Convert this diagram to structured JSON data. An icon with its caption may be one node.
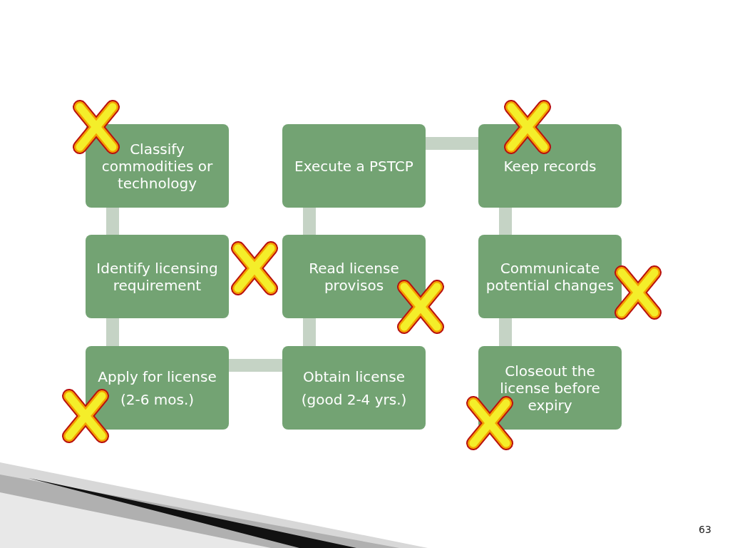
{
  "diagram": {
    "nodes": [
      {
        "text": [
          "Classify commodities or technology"
        ]
      },
      {
        "text": [
          "Identify licensing requirement"
        ]
      },
      {
        "text": [
          "Apply for license",
          "(2-6 mos.)"
        ]
      },
      {
        "text": [
          "Obtain license",
          "(good 2-4 yrs.)"
        ]
      },
      {
        "text": [
          "Read license provisos"
        ]
      },
      {
        "text": [
          "Execute a PSTCP"
        ]
      },
      {
        "text": [
          "Keep records"
        ]
      },
      {
        "text": [
          "Communicate potential changes"
        ]
      },
      {
        "text": [
          "Closeout the license before expiry"
        ]
      }
    ],
    "edges": [
      {
        "from": 0,
        "to": 1,
        "arrow": "none"
      },
      {
        "from": 1,
        "to": 2,
        "arrow": "none"
      },
      {
        "from": 2,
        "to": 3,
        "arrow": "none"
      },
      {
        "from": 3,
        "to": 4,
        "arrow": "none"
      },
      {
        "from": 4,
        "to": 5,
        "arrow": "none"
      },
      {
        "from": 5,
        "to": 6,
        "arrow": "none"
      },
      {
        "from": 6,
        "to": 7,
        "arrow": "none"
      },
      {
        "from": 7,
        "to": 8,
        "arrow": "none"
      }
    ],
    "labels": [
      "63"
    ]
  }
}
